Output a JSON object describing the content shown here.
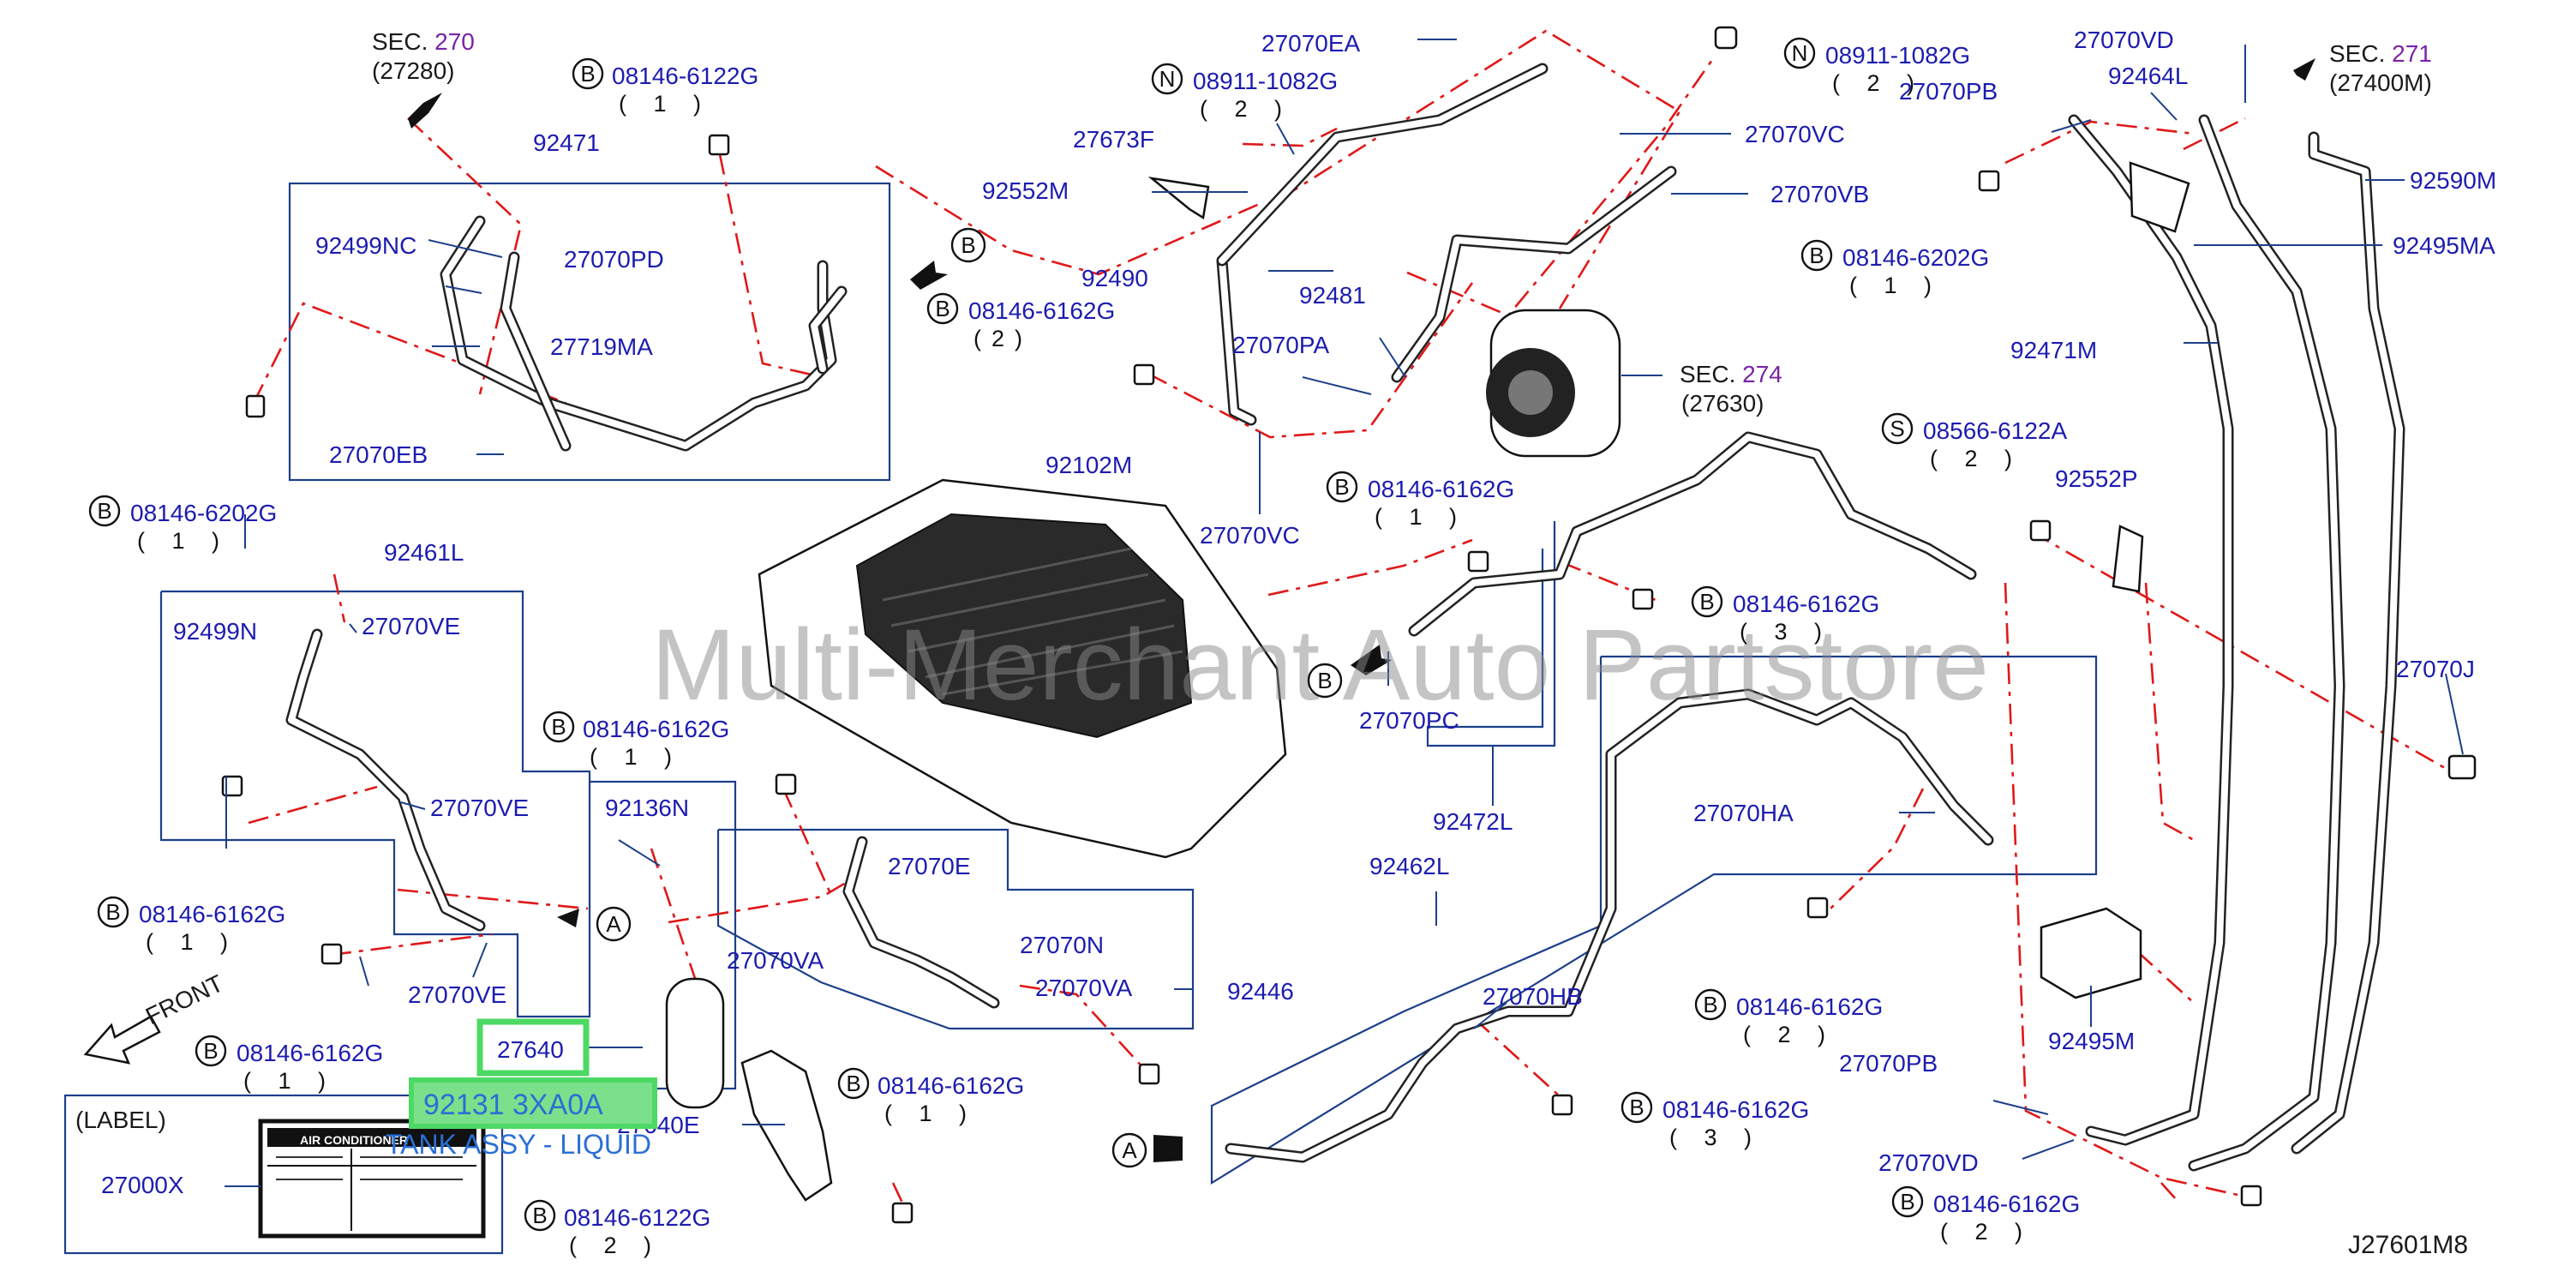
{
  "diagram_code": "J27601M8",
  "watermark": "Multi-Merchant Auto Partstore",
  "front_label": "FRONT",
  "label_box_title": "(LABEL)",
  "label_plate_title": "AIR CONDITIONER",
  "highlight": {
    "part_number": "27640",
    "code": "92131 3XA0A",
    "description": "TANK ASSY - LIQUID"
  },
  "sec_270": {
    "prefix": "SEC.",
    "number": "270",
    "ref": "(27280)"
  },
  "sec_271": {
    "prefix": "SEC.",
    "number": "271",
    "ref": "(27400M)"
  },
  "sec_274": {
    "prefix": "SEC.",
    "number": "274",
    "ref": "(27630)"
  },
  "circles": {
    "A": "A",
    "B": "B",
    "N": "N",
    "S": "S"
  },
  "labels": {
    "p92471": "92471",
    "p92499NC": "92499NC",
    "p27070PD": "27070PD",
    "p27719MA": "27719MA",
    "p27070EB": "27070EB",
    "p92461L": "92461L",
    "p92499N": "92499N",
    "p27070VE_1": "27070VE",
    "p27070VE_2": "27070VE",
    "p27070VE_3": "27070VE",
    "p92136N": "92136N",
    "p27640E": "27640E",
    "p27000X": "27000X",
    "p27070EA": "27070EA",
    "p27673F": "27673F",
    "p92552M": "92552M",
    "p92490": "92490",
    "p27070VC_1": "27070VC",
    "p27070VB": "27070VB",
    "p92481": "92481",
    "p27070PA": "27070PA",
    "p27070VC_2": "27070VC",
    "p92102M": "92102M",
    "p27070PC": "27070PC",
    "p92472L": "92472L",
    "p27070E": "27070E",
    "p27070N": "27070N",
    "p27070VA_1": "27070VA",
    "p27070VA_2": "27070VA",
    "p92446": "92446",
    "p92462L": "92462L",
    "p27070HA": "27070HA",
    "p27070HB": "27070HB",
    "p27070VD_1": "27070VD",
    "p27070PB_1": "27070PB",
    "p92464L": "92464L",
    "p92590M": "92590M",
    "p92495MA": "92495MA",
    "p92471M": "92471M",
    "p92552P": "92552P",
    "p27070J": "27070J",
    "p92495M": "92495M",
    "p27070PB_2": "27070PB",
    "p27070VD_2": "27070VD"
  },
  "bolts": {
    "b1": {
      "code": "08146-6122G",
      "qty": "( 1 )"
    },
    "b2": {
      "code": "08146-6202G",
      "qty": "( 1 )"
    },
    "b3": {
      "code": "08146-6162G",
      "qty": "( 1 )"
    },
    "b4": {
      "code": "08146-6162G",
      "qty": "( 1 )"
    },
    "b5": {
      "code": "08146-6162G",
      "qty": "( 1 )"
    },
    "b6": {
      "code": "08146-6162G",
      "qty": "( 1 )"
    },
    "b7": {
      "code": "08146-6122G",
      "qty": "( 2 )"
    },
    "b8": {
      "code": "08911-1082G",
      "qty": "( 2 )"
    },
    "b9": {
      "code": "08146-6162G",
      "qty": "(2)"
    },
    "b10": {
      "code": "08146-6162G",
      "qty": "( 1 )"
    },
    "b11": {
      "code": "08146-6162G",
      "qty": "( 3 )"
    },
    "b12": {
      "code": "08911-1082G",
      "qty": "( 2 )"
    },
    "b13": {
      "code": "08146-6202G",
      "qty": "( 1 )"
    },
    "b14": {
      "code": "08566-6122A",
      "qty": "( 2 )"
    },
    "b15": {
      "code": "08146-6162G",
      "qty": "( 2 )"
    },
    "b16": {
      "code": "08146-6162G",
      "qty": "( 3 )"
    },
    "b17": {
      "code": "08146-6162G",
      "qty": "( 2 )"
    }
  }
}
